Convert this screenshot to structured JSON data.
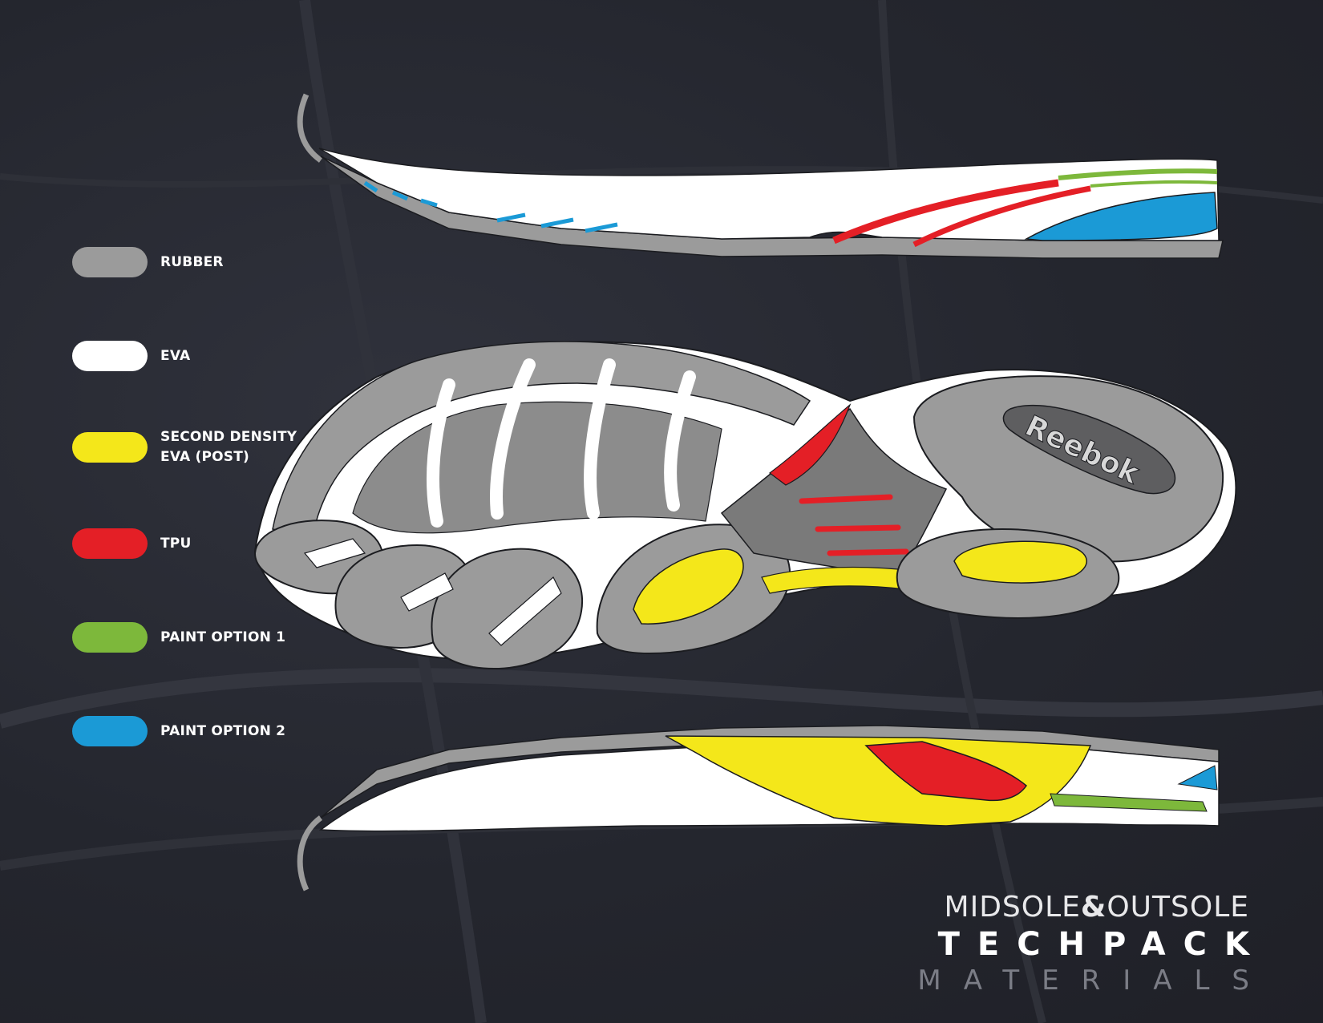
{
  "legend": [
    {
      "label": "RUBBER",
      "color": "#9b9b9b"
    },
    {
      "label": "EVA",
      "color": "#ffffff"
    },
    {
      "label": "SECOND DENSITY\nEVA (POST)",
      "color": "#f4e71a"
    },
    {
      "label": "TPU",
      "color": "#e41f26"
    },
    {
      "label": "PAINT OPTION 1",
      "color": "#7db83b"
    },
    {
      "label": "PAINT OPTION 2",
      "color": "#1b9ad6"
    }
  ],
  "title": {
    "midsole": "MIDSOLE",
    "amp": "&",
    "outsole": "OUTSOLE",
    "techpack": "TECHPACK",
    "materials": "MATERIALS"
  },
  "brand": "Reebok"
}
